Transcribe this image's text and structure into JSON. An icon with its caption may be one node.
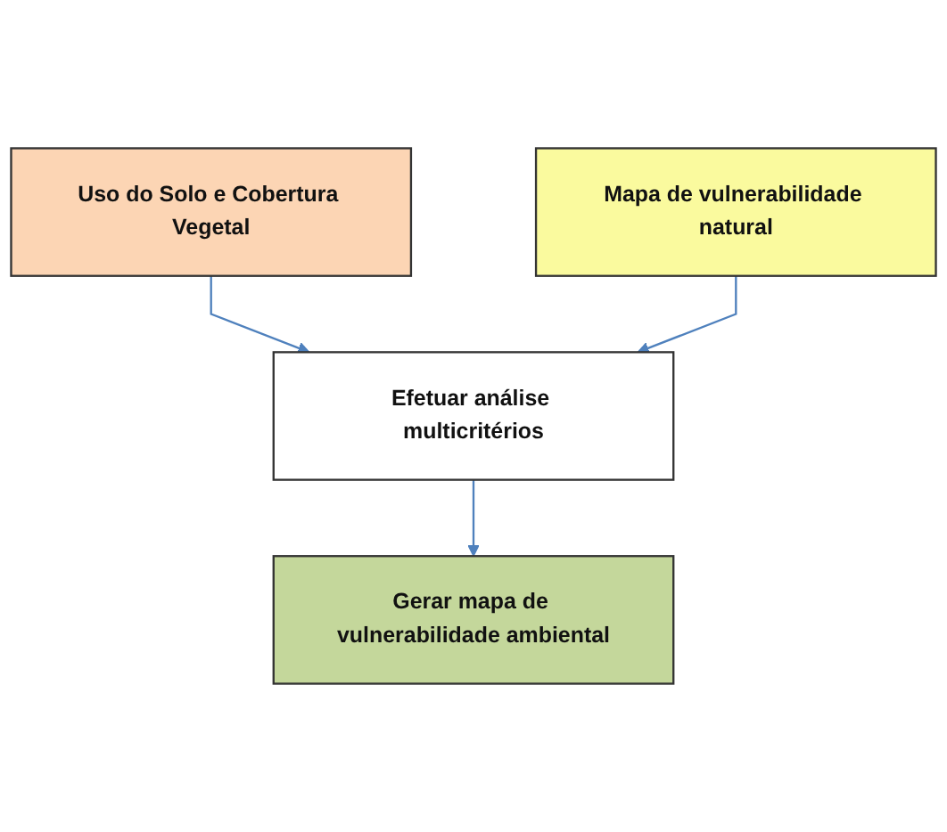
{
  "diagram": {
    "nodes": [
      {
        "text": [
          "Uso do Solo e Cobertura Vegetal"
        ]
      },
      {
        "text": [
          "Mapa de vulnerabilidade natural"
        ]
      },
      {
        "text": [
          "Efetuar análise multicritérios"
        ]
      },
      {
        "text": [
          "Gerar mapa de vulnerabilidade ambiental"
        ]
      }
    ],
    "edges": [
      {
        "from": 0,
        "to": 2,
        "arrow": "to"
      },
      {
        "from": 1,
        "to": 2,
        "arrow": "to"
      },
      {
        "from": 2,
        "to": 3,
        "arrow": "to"
      }
    ]
  }
}
